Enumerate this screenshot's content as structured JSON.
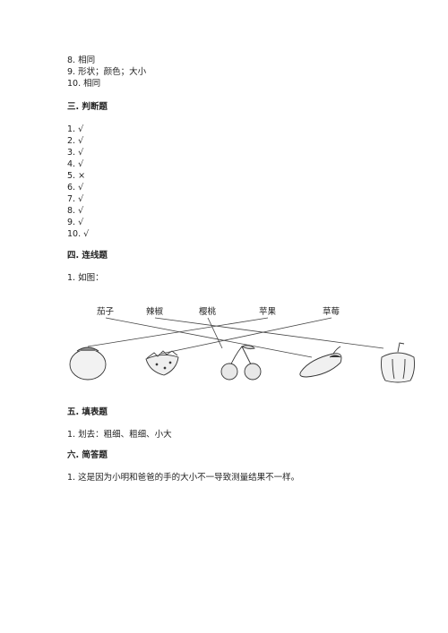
{
  "fill_answers": [
    "8. 相同",
    "9. 形状；颜色；大小",
    "10. 相同"
  ],
  "section3": {
    "heading": "三. 判断题",
    "answers": [
      "1. √",
      "2. √",
      "3. √",
      "4. √",
      "5. ×",
      "6. √",
      "7. √",
      "8. √",
      "9. √",
      "10. √"
    ]
  },
  "section4": {
    "heading": "四. 连线题",
    "item": "1. 如图：",
    "diagram": {
      "top_labels": [
        "茄子",
        "辣椒",
        "樱桃",
        "苹果",
        "草莓"
      ],
      "bottom_icons": [
        "apple-icon",
        "strawberry-icon",
        "cherry-icon",
        "eggplant-icon",
        "pepper-icon"
      ]
    }
  },
  "section5": {
    "heading": "五. 填表题",
    "item": "1. 划去：粗细、粗细、小大"
  },
  "section6": {
    "heading": "六. 简答题",
    "item": "1. 这是因为小明和爸爸的手的大小不一导致测量结果不一样。"
  }
}
